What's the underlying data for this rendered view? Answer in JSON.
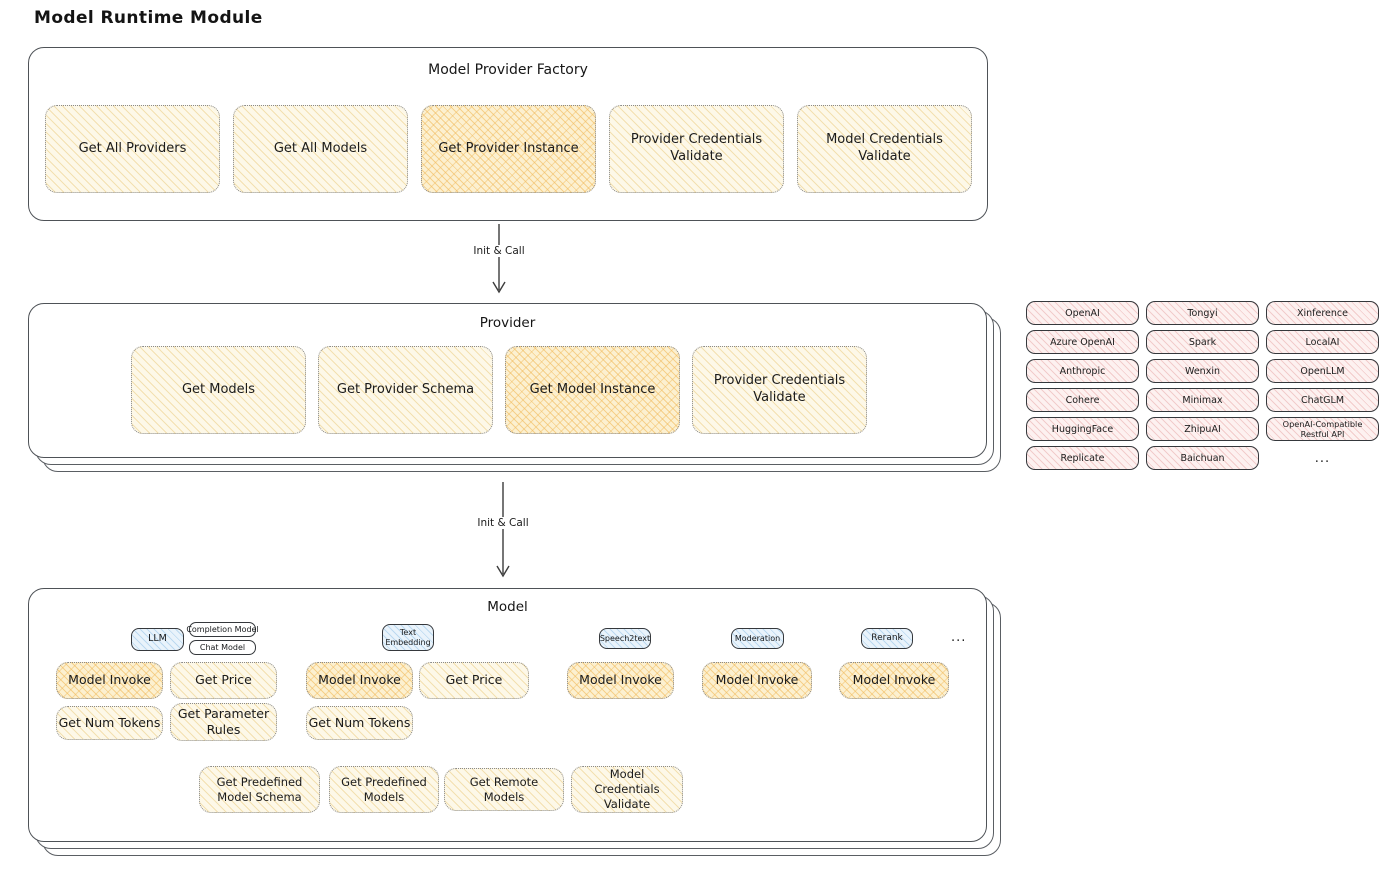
{
  "page_title": "Model Runtime Module",
  "factory": {
    "title": "Model Provider Factory",
    "buttons": [
      {
        "label": "Get All Providers",
        "highlighted": false
      },
      {
        "label": "Get All Models",
        "highlighted": false
      },
      {
        "label": "Get Provider Instance",
        "highlighted": true
      },
      {
        "label": "Provider Credentials Validate",
        "highlighted": false
      },
      {
        "label": "Model Credentials Validate",
        "highlighted": false
      }
    ]
  },
  "arrows": {
    "first_label": "Init & Call",
    "second_label": "Init & Call"
  },
  "provider": {
    "title": "Provider",
    "buttons": [
      {
        "label": "Get Models",
        "highlighted": false
      },
      {
        "label": "Get Provider Schema",
        "highlighted": false
      },
      {
        "label": "Get Model Instance",
        "highlighted": true
      },
      {
        "label": "Provider Credentials Validate",
        "highlighted": false
      }
    ]
  },
  "provider_list": {
    "items": [
      "OpenAI",
      "Tongyi",
      "Xinference",
      "Azure OpenAI",
      "Spark",
      "LocalAI",
      "Anthropic",
      "Wenxin",
      "OpenLLM",
      "Cohere",
      "Minimax",
      "ChatGLM",
      "HuggingFace",
      "ZhipuAI",
      "OpenAI-Compatible Restful API",
      "Replicate",
      "Baichuan"
    ],
    "more_label": "..."
  },
  "model": {
    "title": "Model",
    "tabs": {
      "llm": "LLM",
      "completion_model": "Completion Model",
      "chat_model": "Chat Model",
      "text_embedding": "Text Embedding",
      "speech2text": "Speech2text",
      "moderation": "Moderation",
      "rerank": "Rerank",
      "more": "..."
    },
    "llm_buttons": [
      {
        "label": "Model Invoke",
        "highlighted": true
      },
      {
        "label": "Get Price",
        "highlighted": false
      },
      {
        "label": "Get Num Tokens",
        "highlighted": false
      },
      {
        "label": "Get Parameter Rules",
        "highlighted": false
      }
    ],
    "text_embedding_buttons": [
      {
        "label": "Model Invoke",
        "highlighted": true
      },
      {
        "label": "Get Price",
        "highlighted": false
      },
      {
        "label": "Get Num Tokens",
        "highlighted": false
      }
    ],
    "speech2text_buttons": [
      {
        "label": "Model Invoke",
        "highlighted": true
      }
    ],
    "moderation_buttons": [
      {
        "label": "Model Invoke",
        "highlighted": true
      }
    ],
    "rerank_buttons": [
      {
        "label": "Model Invoke",
        "highlighted": true
      }
    ],
    "bottom_buttons": [
      {
        "label": "Get Predefined Model Schema"
      },
      {
        "label": "Get Predefined Models"
      },
      {
        "label": "Get Remote Models"
      },
      {
        "label": "Model Credentials Validate"
      }
    ]
  },
  "colors": {
    "yellow_fill": "#fdf8e8",
    "orange_highlight_fill": "#fcf0d0",
    "pink_fill": "#fdf1f0",
    "blue_fill": "#e9f3fb",
    "stroke_dark": "#35383c",
    "box_stroke": "#4e5257"
  }
}
